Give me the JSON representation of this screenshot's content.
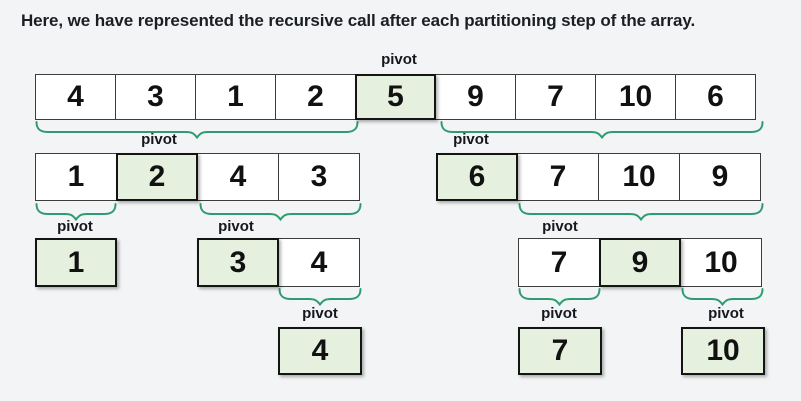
{
  "title": "Here, we have represented the recursive call after each partitioning step of the array.",
  "labels": {
    "pivot": "pivot"
  },
  "colors": {
    "background": "#f2f4f5",
    "pivot_fill": "#e5f1de",
    "pivot_border": "#141414",
    "cell_border": "#3c3c3c",
    "brace": "#2e9c70",
    "text": "#1b1e23"
  },
  "arrays": {
    "row1": {
      "cells": [
        {
          "value": "4"
        },
        {
          "value": "3"
        },
        {
          "value": "1"
        },
        {
          "value": "2"
        },
        {
          "value": "5",
          "pivot": true
        },
        {
          "value": "9"
        },
        {
          "value": "7"
        },
        {
          "value": "10"
        },
        {
          "value": "6"
        }
      ]
    },
    "row2_left": {
      "cells": [
        {
          "value": "1"
        },
        {
          "value": "2",
          "pivot": true
        },
        {
          "value": "4"
        },
        {
          "value": "3"
        }
      ]
    },
    "row2_right": {
      "cells": [
        {
          "value": "6",
          "pivot": true
        },
        {
          "value": "7"
        },
        {
          "value": "10"
        },
        {
          "value": "9"
        }
      ]
    },
    "row3_one": {
      "cells": [
        {
          "value": "1",
          "pivot": true
        }
      ]
    },
    "row3_pair": {
      "cells": [
        {
          "value": "3",
          "pivot": true
        },
        {
          "value": "4"
        }
      ]
    },
    "row3_triple": {
      "cells": [
        {
          "value": "7"
        },
        {
          "value": "9",
          "pivot": true
        },
        {
          "value": "10"
        }
      ]
    },
    "row4_four": {
      "cells": [
        {
          "value": "4",
          "pivot": true
        }
      ]
    },
    "row4_seven": {
      "cells": [
        {
          "value": "7",
          "pivot": true
        }
      ]
    },
    "row4_ten": {
      "cells": [
        {
          "value": "10",
          "pivot": true
        }
      ]
    }
  }
}
